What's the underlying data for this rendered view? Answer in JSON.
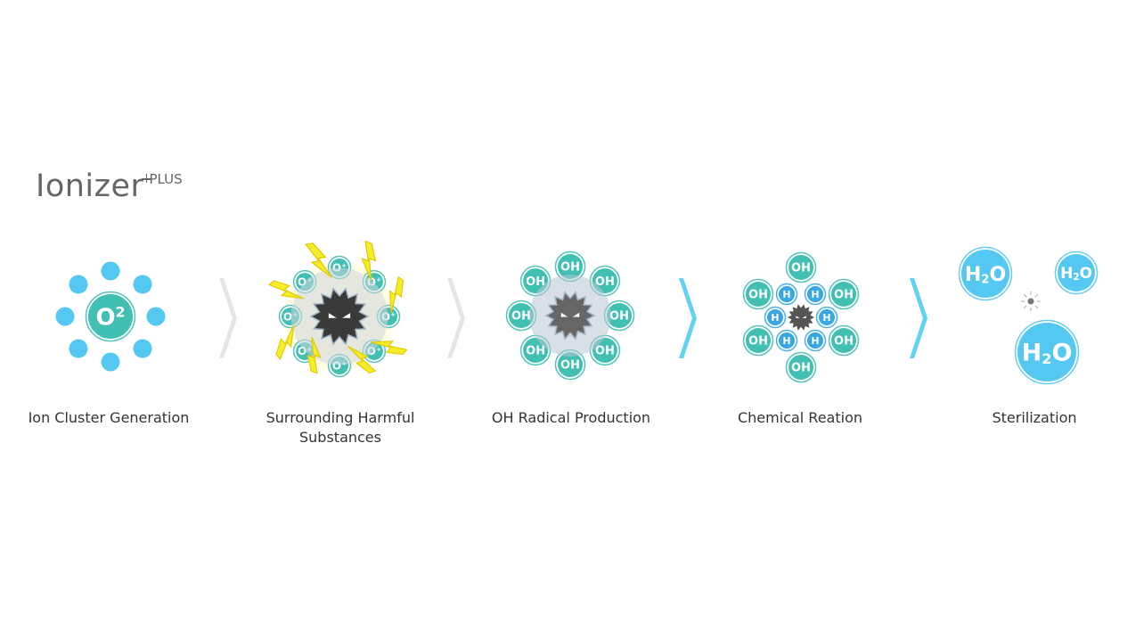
{
  "logo": {
    "main": "Ionizer",
    "plus": "PLUS"
  },
  "steps": [
    {
      "label": "Ion Cluster Generation",
      "molecule": "O2"
    },
    {
      "label": "Surrounding Harmful Substances",
      "ion": "O+"
    },
    {
      "label": "OH Radical Production",
      "radical": "OH"
    },
    {
      "label": "Chemical Reation",
      "radical": "OH",
      "atom": "H"
    },
    {
      "label": "Sterilization",
      "molecule": "H2O"
    }
  ],
  "colors": {
    "light_blue": "#55c8f2",
    "teal": "#40bfb2",
    "germ": "#3a3a3a",
    "bolt": "#f5ec2a",
    "chevron_gray": "#e1e6e8",
    "chevron_blue": "#5fd2f2"
  },
  "icons": [
    "chevron-icon",
    "germ-icon",
    "lightning-icon"
  ]
}
